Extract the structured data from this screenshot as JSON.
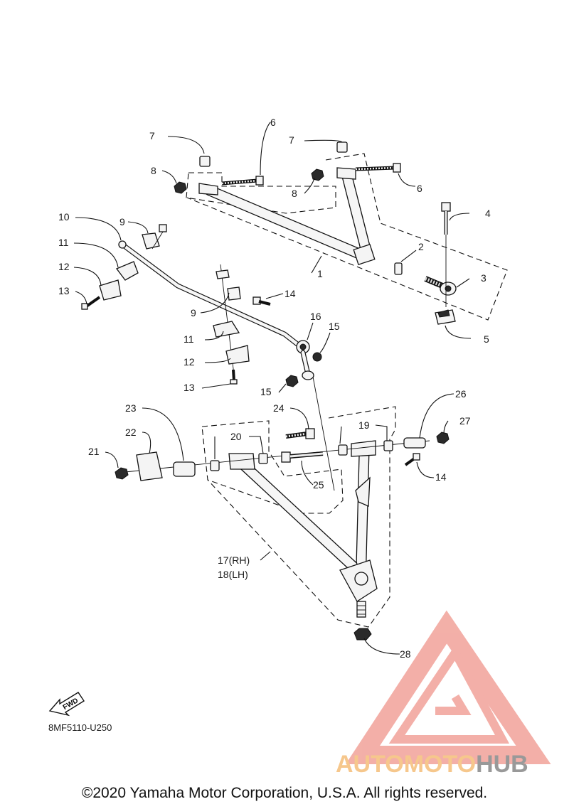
{
  "diagram": {
    "callouts": [
      {
        "id": "c1",
        "text": "1"
      },
      {
        "id": "c2",
        "text": "2"
      },
      {
        "id": "c3",
        "text": "3"
      },
      {
        "id": "c4",
        "text": "4"
      },
      {
        "id": "c5",
        "text": "5"
      },
      {
        "id": "c6a",
        "text": "6"
      },
      {
        "id": "c6b",
        "text": "6"
      },
      {
        "id": "c7a",
        "text": "7"
      },
      {
        "id": "c7b",
        "text": "7"
      },
      {
        "id": "c8a",
        "text": "8"
      },
      {
        "id": "c8b",
        "text": "8"
      },
      {
        "id": "c9a",
        "text": "9"
      },
      {
        "id": "c9b",
        "text": "9"
      },
      {
        "id": "c10",
        "text": "10"
      },
      {
        "id": "c11a",
        "text": "11"
      },
      {
        "id": "c11b",
        "text": "11"
      },
      {
        "id": "c12a",
        "text": "12"
      },
      {
        "id": "c12b",
        "text": "12"
      },
      {
        "id": "c13a",
        "text": "13"
      },
      {
        "id": "c13b",
        "text": "13"
      },
      {
        "id": "c14a",
        "text": "14"
      },
      {
        "id": "c14b",
        "text": "14"
      },
      {
        "id": "c15a",
        "text": "15"
      },
      {
        "id": "c15b",
        "text": "15"
      },
      {
        "id": "c16",
        "text": "16"
      },
      {
        "id": "c17",
        "text": "17(RH)"
      },
      {
        "id": "c18",
        "text": "18(LH)"
      },
      {
        "id": "c19",
        "text": "19"
      },
      {
        "id": "c20",
        "text": "20"
      },
      {
        "id": "c21",
        "text": "21"
      },
      {
        "id": "c22",
        "text": "22"
      },
      {
        "id": "c23",
        "text": "23"
      },
      {
        "id": "c24",
        "text": "24"
      },
      {
        "id": "c25",
        "text": "25"
      },
      {
        "id": "c26",
        "text": "26"
      },
      {
        "id": "c27",
        "text": "27"
      },
      {
        "id": "c28",
        "text": "28"
      }
    ],
    "fwd_label": "FWD",
    "doc_code": "8MF5110-U250"
  },
  "watermark": {
    "part1": "AUTOMOTO",
    "part2": "HUB",
    "color_light": "#f5c88f",
    "color_accent": "#f0a8a0",
    "color_dark": "#9a9a9a"
  },
  "copyright": "©2020 Yamaha Motor Corporation, U.S.A. All rights reserved."
}
